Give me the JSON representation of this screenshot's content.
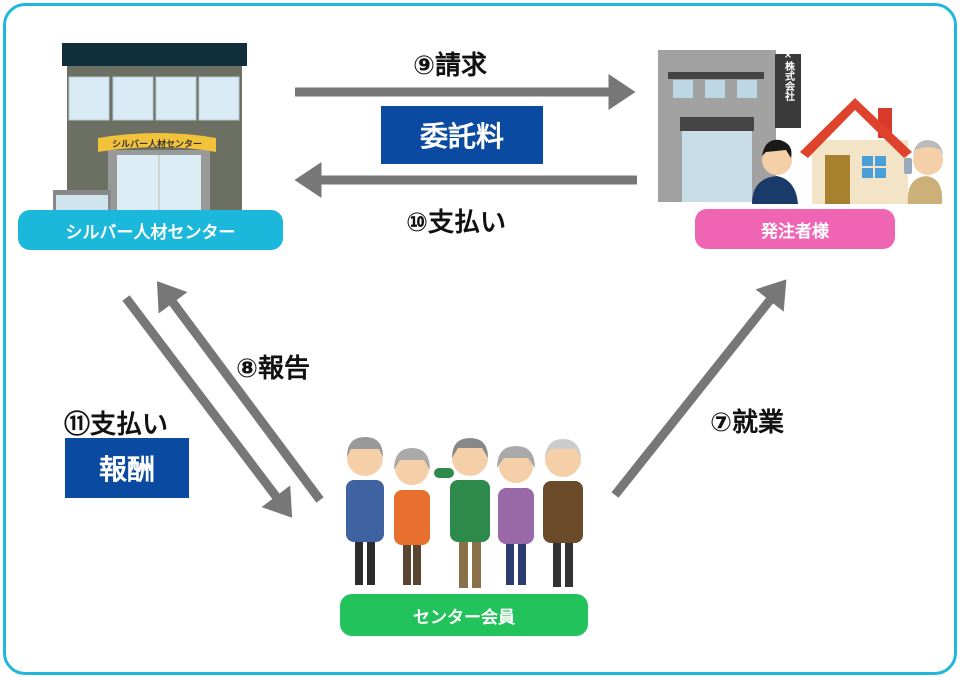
{
  "nodes": {
    "silver_center": {
      "label": "シルバー人材センター",
      "sign": "シルバー人材センター",
      "color": "#1bb8dc"
    },
    "client": {
      "label": "発注者様",
      "company_sign": "○×株式会社",
      "color": "#f064b4"
    },
    "members": {
      "label": "センター会員",
      "color": "#22c35a"
    }
  },
  "flows": {
    "step9": {
      "label": "⑨請求",
      "box": "委託料"
    },
    "step10": {
      "label": "⑩支払い"
    },
    "step11": {
      "label": "⑪支払い",
      "box": "報酬"
    },
    "step8": {
      "label": "⑧報告"
    },
    "step7": {
      "label": "⑦就業"
    }
  },
  "colors": {
    "frame": "#1fb8dc",
    "arrow": "#777777",
    "box": "#0a4aa0"
  }
}
